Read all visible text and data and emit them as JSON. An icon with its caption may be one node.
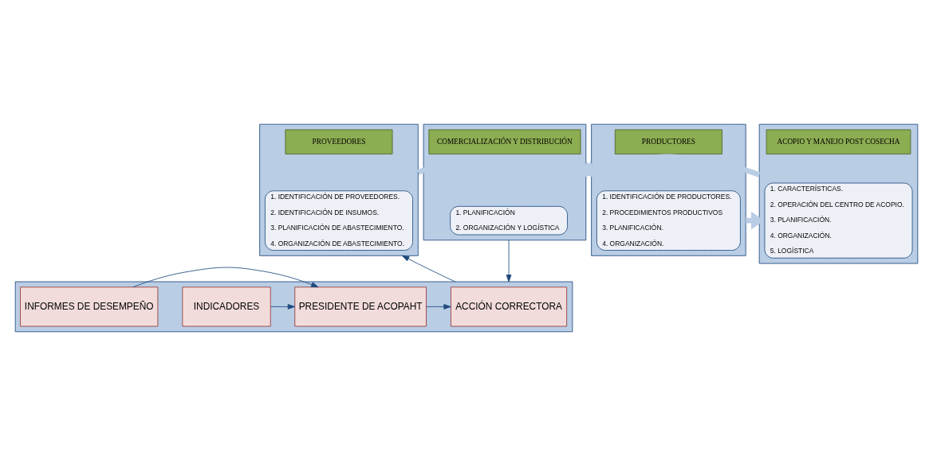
{
  "diagram": {
    "nodes": [
      {
        "text": [],
        "shape": "box"
      },
      {
        "text": [
          "PROVEEDORES"
        ],
        "in": 0
      },
      {
        "text": [
          "1. IDENTIFICACIÓN DE PROVEEDORES.",
          "2. IDENTIFICACIÓN DE INSUMOS.",
          "3. PLANIFICACIÓN DE ABASTECIMIENTO.",
          "4. ORGANIZACIÓN DE ABASTECIMIENTO."
        ],
        "in": 0
      },
      {
        "text": [],
        "shape": "box"
      },
      {
        "text": [
          "PRODUCTORES"
        ],
        "in": 3
      },
      {
        "text": [
          "1. IDENTIFICACIÓN DE PRODUCTORES.",
          "2. PROCEDIMIENTOS PRODUCTIVOS",
          "3. PLANIFICACIÓN.",
          "4. ORGANIZACIÓN."
        ],
        "in": 3
      },
      {
        "text": [],
        "shape": "box"
      },
      {
        "text": [
          "ACOPIO Y MANEJO POST COSECHA"
        ],
        "in": 6
      },
      {
        "text": [
          "1. CARACTERÍSTICAS.",
          "2. OPERACIÓN DEL CENTRO DE ACOPIO.",
          "3. PLANIFICACIÓN.",
          "4. ORGANIZACIÓN.",
          "5. LOGÍSTICA"
        ],
        "in": 6
      },
      {
        "text": [],
        "shape": "box"
      },
      {
        "text": [
          "COMERCIALIZACIÓN Y DISTRIBUCIÓN"
        ],
        "in": 9
      },
      {
        "text": [
          "1. PLANIFICACIÓN",
          "2. ORGANIZACIÓN Y LOGÍSTICA"
        ],
        "in": 9
      },
      {
        "text": [],
        "shape": "box"
      },
      {
        "text": [
          "ACCIÓN CORRECTORA"
        ],
        "in": 12
      },
      {
        "text": [
          "PRESIDENTE DE ACOPAHT"
        ],
        "in": 12
      },
      {
        "text": [
          "INDICADORES"
        ],
        "in": 12
      },
      {
        "text": [
          "INFORMES DE DESEMPEÑO"
        ],
        "in": 12
      }
    ],
    "edges": [
      {
        "from": 0,
        "to": 3,
        "arrow": "to",
        "style": "thick",
        "color": "#b9cde5"
      },
      {
        "from": 3,
        "to": 6,
        "arrow": "to",
        "style": "thick",
        "color": "#b9cde5"
      },
      {
        "from": 6,
        "to": 9,
        "arrow": "to",
        "style": "thick",
        "color": "#b9cde5"
      },
      {
        "from": 9,
        "to": 12,
        "arrow": "to"
      },
      {
        "from": 12,
        "to": 0,
        "arrow": "to"
      },
      {
        "from": 15,
        "to": 14,
        "arrow": "to"
      },
      {
        "from": 16,
        "to": 14,
        "arrow": "to"
      },
      {
        "from": 14,
        "to": 13,
        "arrow": "to"
      }
    ]
  }
}
